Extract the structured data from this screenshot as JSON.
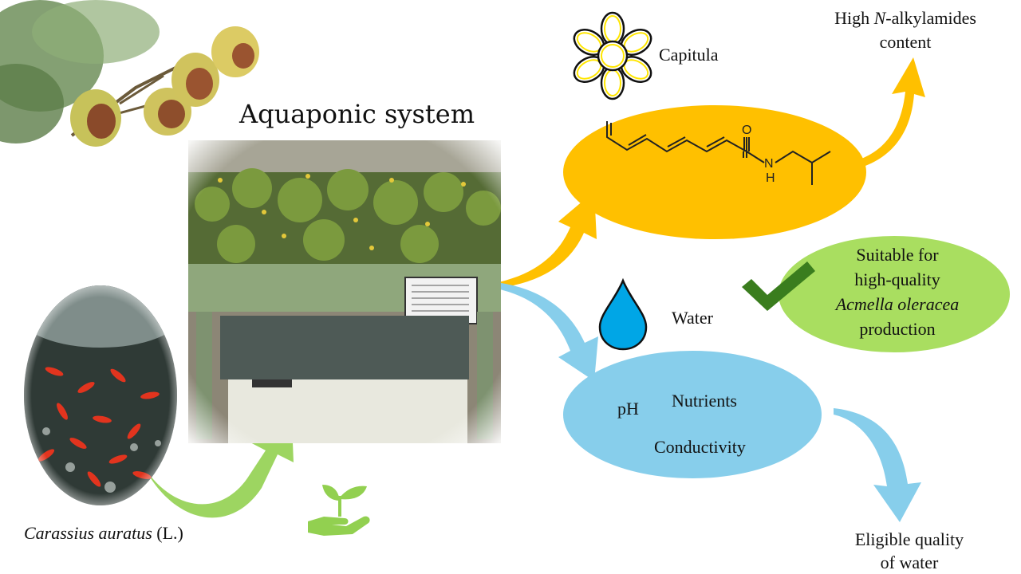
{
  "title": "Aquaponic system",
  "fish_label_italic": "Carassius auratus",
  "fish_label_suffix": " (L.)",
  "capitula_label": "Capitula",
  "high_label_line1_pre": "High ",
  "high_label_line1_italic": "N",
  "high_label_line1_post": "-alkylamides",
  "high_label_line2": "content",
  "water_label": "Water",
  "ph_label": "pH",
  "nutrients_label": "Nutrients",
  "conductivity_label": "Conductivity",
  "suitable_line1": "Suitable for",
  "suitable_line2": "high-quality",
  "suitable_line3_italic": "Acmella oleracea",
  "suitable_line4": "production",
  "eligible_line1": "Eligible quality",
  "eligible_line2": "of water",
  "molecule": {
    "oxygen": "O",
    "nitrogen": "N",
    "hydrogen": "H"
  },
  "colors": {
    "yellow": "#FFC000",
    "blue": "#87CEEB",
    "green_ellipse": "#A9DE60",
    "green_arrow": "#92D050",
    "check": "#3A7D1E",
    "drop": "#00A6E6"
  },
  "icons": [
    "flower-icon",
    "water-drop-icon",
    "checkmark-icon",
    "plant-hand-icon"
  ]
}
